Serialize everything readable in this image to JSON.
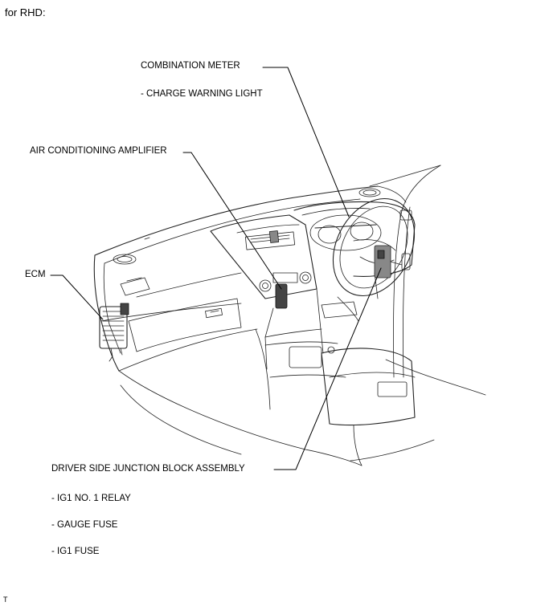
{
  "header": {
    "title": "for RHD:"
  },
  "labels": {
    "combination_meter": "COMBINATION METER",
    "charge_warning_light": "- CHARGE WARNING LIGHT",
    "air_conditioning_amplifier": "AIR CONDITIONING AMPLIFIER",
    "ecm": "ECM",
    "driver_side_junction_block": "DRIVER SIDE JUNCTION BLOCK ASSEMBLY",
    "ig1_no1_relay": "- IG1 NO. 1 RELAY",
    "gauge_fuse": "- GAUGE FUSE",
    "ig1_fuse": "- IG1 FUSE"
  },
  "footer": {
    "code": "T"
  }
}
